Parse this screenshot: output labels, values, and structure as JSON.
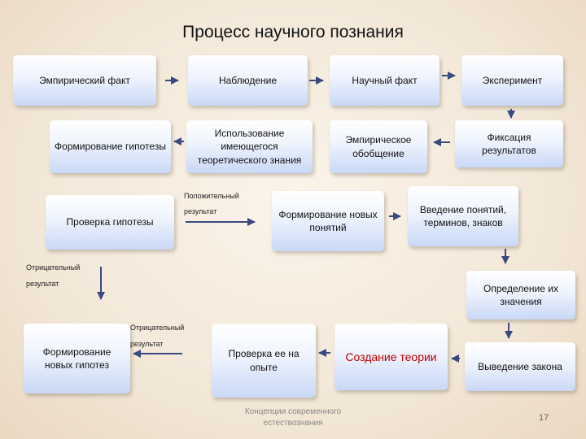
{
  "title": "Процесс научного познания",
  "boxes": {
    "empirical_fact": "Эмпирический факт",
    "observation": "Наблюдение",
    "scientific_fact": "Научный факт",
    "experiment": "Эксперимент",
    "hypothesis_formation": "Формирование гипотезы",
    "existing_knowledge": "Использование имеющегося теоретического знания",
    "empirical_generalization": "Эмпирическое обобщение",
    "results_fixation": "Фиксация результатов",
    "hypothesis_check": "Проверка гипотезы",
    "new_concepts": "Формирование новых понятий",
    "terms_introduction": "Введение понятий, терминов, знаков",
    "meaning_definition": "Определение их значения",
    "new_hypotheses": "Формирование новых гипотез",
    "experience_check": "Проверка ее на опыте",
    "theory_creation": "Создание теории",
    "law_derivation": "Выведение закона"
  },
  "labels": {
    "positive_result": "Положительный результат",
    "negative_result_1": "Отрицательный результат",
    "negative_result_2": "Отрицательный результат"
  },
  "footer": "Концепции современного естествознания",
  "page_number": "17",
  "colors": {
    "arrow": "#3a4a80",
    "theory_text": "#c00000",
    "box_gradient_bottom": "#c9d8f6"
  }
}
